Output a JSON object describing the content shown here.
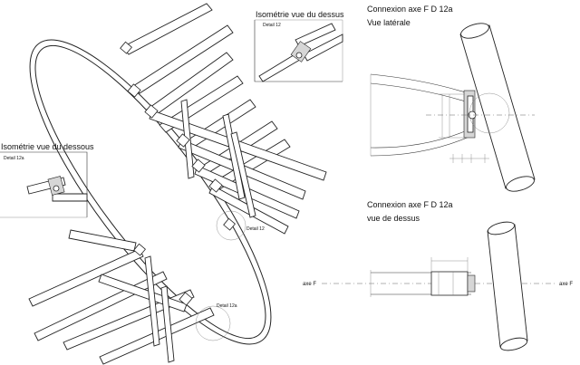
{
  "labels": {
    "iso_top_title": "Isométrie vue du dessus",
    "iso_top_detail": "Detail 12",
    "iso_bottom_title": "Isométrie vue du dessous",
    "iso_bottom_detail": "Detail 12a",
    "main_detail_12": "Detail 12",
    "main_detail_12a": "Detail 12a",
    "side_title": "Connexion axe F D 12a",
    "side_subtitle": "Vue latérale",
    "top_title": "Connexion axe F D 12a",
    "top_subtitle": "vue de dessus",
    "axis_left": "axe F",
    "axis_right": "axe F"
  }
}
